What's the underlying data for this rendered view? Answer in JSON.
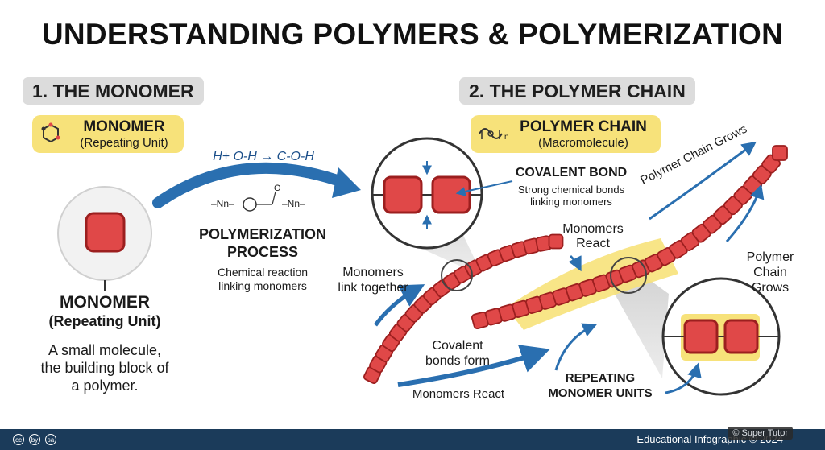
{
  "title": "UNDERSTANDING POLYMERS & POLYMERIZATION",
  "section1": {
    "heading": "1. THE MONOMER",
    "pill_title": "MONOMER",
    "pill_sub": "(Repeating Unit)",
    "monomer_title": "MONOMER",
    "monomer_sub": "(Repeating Unit)",
    "description": [
      "A small molecule,",
      "the building block of",
      "a polymer."
    ]
  },
  "process": {
    "equation_left": "H+ O-H",
    "equation_arrow": "→",
    "equation_right": "C-O-H",
    "formula_left": "–Nn–",
    "formula_o": "O",
    "formula_right": "–Nn–",
    "title_line1": "POLYMERIZATION",
    "title_line2": "PROCESS",
    "desc_line1": "Chemical reaction",
    "desc_line2": "linking monomers"
  },
  "section2": {
    "heading": "2. THE POLYMER CHAIN",
    "pill_title": "POLYMER CHAIN",
    "pill_sub": "(Macromolecule)",
    "pill_icon_n": "n"
  },
  "labels": {
    "covalent_title": "COVALENT BOND",
    "covalent_desc1": "Strong chemical bonds",
    "covalent_desc2": "linking monomers",
    "monomers_react_top1": "Monomers",
    "monomers_react_top2": "React",
    "link_together1": "Monomers",
    "link_together2": "link together",
    "covalent_form1": "Covalent",
    "covalent_form2": "bonds form",
    "monomers_react_bottom": "Monomers React",
    "repeating1": "REPEATING",
    "repeating2": "MONOMER UNITS",
    "chain_grows_diag": "Polymer Chain Grows",
    "chain_grows1": "Polymer",
    "chain_grows2": "Chain",
    "chain_grows3": "Grows"
  },
  "footer": {
    "text": "Educational Infographic © 2024",
    "badge": "© Super Tutor",
    "cc_icons": [
      "cc",
      "by",
      "sa"
    ]
  },
  "colors": {
    "monomer_red": "#e04848",
    "monomer_border": "#9c1f1f",
    "highlight_yellow": "#f7e27a",
    "arrow_blue": "#2a6fb0",
    "section_gray": "#dcdcdc",
    "footer_navy": "#1b3b5a"
  }
}
